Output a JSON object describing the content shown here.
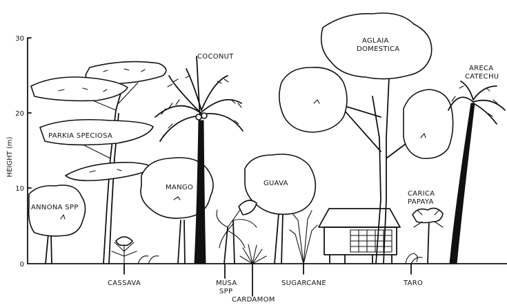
{
  "axis": {
    "label": "HEIGHT (m)",
    "ticks": [
      "0",
      "10",
      "20",
      "30"
    ]
  },
  "plants": {
    "annona": "ANNONA SPP",
    "parkia": "PARKIA SPECIOSA",
    "mango": "MANGO",
    "coconut": "COCONUT",
    "guava": "GUAVA",
    "aglaia_1": "AGLAIA",
    "aglaia_2": "DOMESTICA",
    "areca_1": "ARECA",
    "areca_2": "CATECHU",
    "carica_1": "CARICA",
    "carica_2": "PAPAYA",
    "cassava": "CASSAVA",
    "musa_1": "MUSA",
    "musa_2": "SPP",
    "cardamom": "CARDAMOM",
    "sugarcane": "SUGARCANE",
    "taro": "TARO"
  }
}
